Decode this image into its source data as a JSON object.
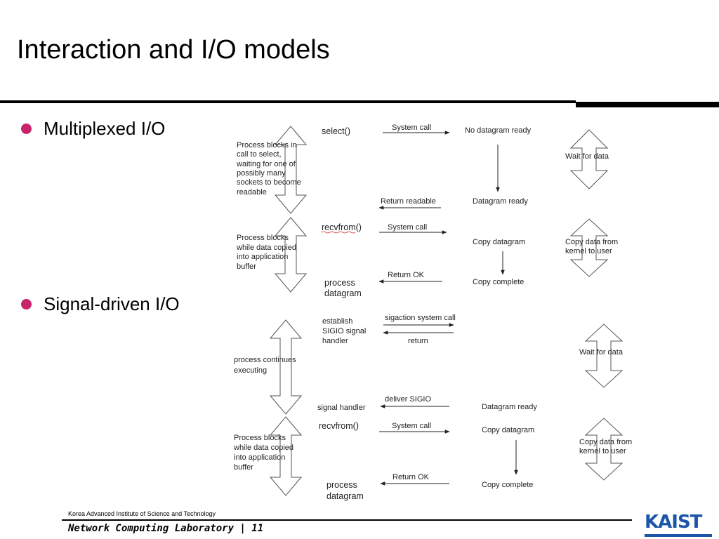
{
  "slide": {
    "title": "Interaction and I/O models"
  },
  "bullets": [
    {
      "label": "Multiplexed I/O"
    },
    {
      "label": "Signal-driven I/O"
    }
  ],
  "multiplexed": {
    "left_blocks": [
      [
        "Process blocks in",
        "call to select,",
        "waiting for one of",
        "possibly many",
        "sockets to become",
        "readable"
      ],
      [
        "Process blocks",
        "while data copied",
        "into application",
        "buffer"
      ]
    ],
    "app": {
      "select": "select()",
      "recvfrom": "recvfrom()",
      "process": [
        "process",
        "datagram"
      ]
    },
    "arrows": {
      "system_call_1": "System call",
      "return_readable": "Return readable",
      "system_call_2": "System call",
      "return_ok": "Return OK"
    },
    "kernel": {
      "no_datagram": "No datagram ready",
      "datagram_ready": "Datagram ready",
      "copy_datagram": "Copy datagram",
      "copy_complete": "Copy complete"
    },
    "phases": {
      "wait": "Wait for data",
      "copy": [
        "Copy data from",
        "kernel to user"
      ]
    }
  },
  "signal_driven": {
    "left_blocks": [
      [
        "process continues",
        "executing"
      ],
      [
        "Process blocks",
        "while data copied",
        "into application",
        "buffer"
      ]
    ],
    "app": {
      "establish": [
        "establish",
        "SIGIO signal",
        "handler"
      ],
      "signal_handler": "signal handler",
      "recvfrom": "recvfrom()",
      "process": [
        "process",
        "datagram"
      ]
    },
    "arrows": {
      "sigaction": "sigaction system call",
      "return": "return",
      "deliver": "deliver SIGIO",
      "system_call": "System call",
      "return_ok": "Return OK"
    },
    "kernel": {
      "datagram_ready": "Datagram ready",
      "copy_datagram": "Copy datagram",
      "copy_complete": "Copy complete"
    },
    "phases": {
      "wait": "Wait for data",
      "copy": [
        "Copy data from",
        "kernel to user"
      ]
    }
  },
  "footer": {
    "org": "Korea Advanced Institute of Science and Technology",
    "lab": "Network Computing Laboratory | 11",
    "logo_text": "KAIST",
    "logo_color": "#1d55a8",
    "bullet_color": "#c8246e"
  }
}
